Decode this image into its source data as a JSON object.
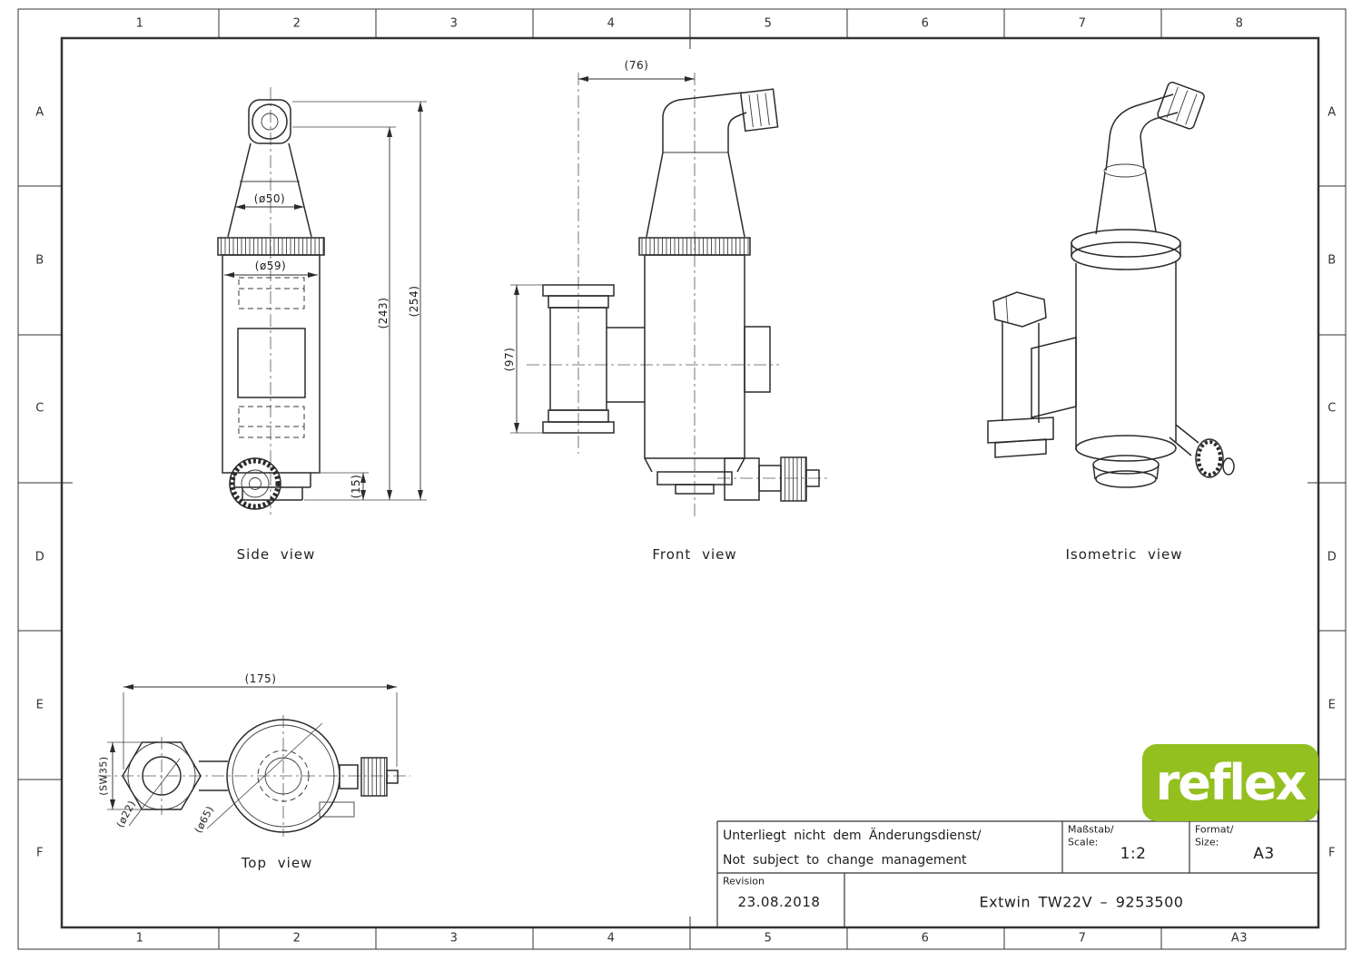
{
  "sheet": {
    "background": "#ffffff",
    "line_color": "#2b2b2b"
  },
  "frame": {
    "columns_top": [
      "1",
      "2",
      "3",
      "4",
      "5",
      "6",
      "7",
      "8"
    ],
    "columns_bottom": [
      "1",
      "2",
      "3",
      "4",
      "5",
      "6",
      "7",
      "A3"
    ],
    "rows_left": [
      "A",
      "B",
      "C",
      "D",
      "E",
      "F"
    ],
    "rows_right": [
      "A",
      "B",
      "C",
      "D",
      "E",
      "F"
    ]
  },
  "views": {
    "side": {
      "label": "Side view",
      "dim_d50": "(ø50)",
      "dim_d59": "(ø59)",
      "dim_243": "(243)",
      "dim_254": "(254)",
      "dim_15": "(15)"
    },
    "front": {
      "label": "Front view",
      "dim_76": "(76)",
      "dim_97": "(97)"
    },
    "iso": {
      "label": "Isometric view"
    },
    "top": {
      "label": "Top view",
      "dim_175": "(175)",
      "dim_sw35": "(SW35)",
      "dim_d22": "(ø22)",
      "dim_d65": "(ø65)"
    }
  },
  "title_block": {
    "note_de": "Unterliegt nicht dem Änderungsdienst/",
    "note_en": "Not subject to change management",
    "scale_label_de": "Maßstab/",
    "scale_label_en": "Scale:",
    "scale_value": "1:2",
    "format_label_de": "Format/",
    "format_label_en": "Size:",
    "format_value": "A3",
    "revision_label": "Revision",
    "revision_date": "23.08.2018",
    "part_number": "Extwin TW22V – 9253500"
  },
  "logo": {
    "brand": "reflex",
    "green": "#93c01f"
  }
}
